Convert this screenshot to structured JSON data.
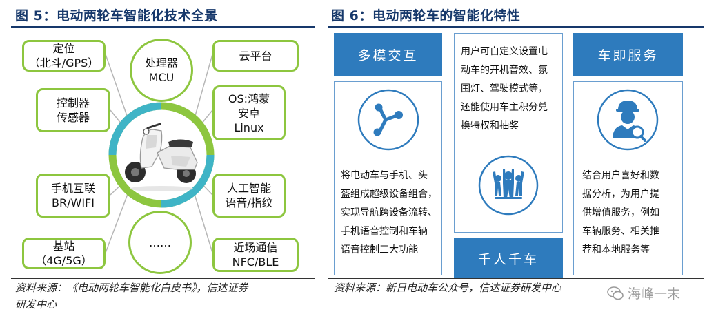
{
  "fig5": {
    "title": "图 5：电动两轮车智能化技术全景",
    "nodes": {
      "positioning": "定位\n（北斗/GPS）",
      "controller": "控制器\n传感器",
      "phone": "手机互联\nBR/WIFI",
      "base": "基站\n（4G/5G）",
      "processor": "处理器\nMCU",
      "more": "……",
      "cloud": "云平台",
      "os": "OS:鸿蒙\n安卓\nLinux",
      "ai": "人工智能\n语音/指纹",
      "nfc": "近场通信\nNFC/BLE"
    },
    "source": "资料来源：《电动两轮车智能化白皮书》，信达证券\n研发中心"
  },
  "fig6": {
    "title": "图 6：电动两轮车的智能化特性",
    "col1": {
      "header": "多模交互",
      "text": "将电动车与手机、头\n盔组成超级设备组合，\n实现导航跨设备流转、\n手机语音控制和车辆\n语音控制三大功能",
      "icon": "share-nodes-icon"
    },
    "col2": {
      "text": "用户可自定义设置电\n动车的开机音效、氛\n围灯、驾驶模式等，\n还能使用车主积分兑\n换特权和抽奖",
      "footer": "千人千车",
      "icon": "group-people-icon"
    },
    "col3": {
      "header": "车即服务",
      "text": "结合用户喜好和数\n据分析，为用户提\n供增值服务，例如\n车辆服务、相关推\n荐和本地服务等",
      "icon": "customer-service-icon"
    },
    "source": "资料来源：新日电动车公众号，信达证券研发中心"
  },
  "watermark": "海峰一末",
  "colors": {
    "green": "#8dc63f",
    "teal": "#3fb4c6",
    "blue": "#2e7bbd",
    "navy": "#16386b"
  }
}
